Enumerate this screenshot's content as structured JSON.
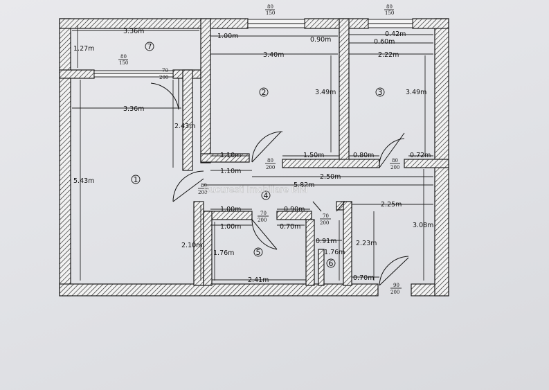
{
  "watermark": "Bucuresti Imobiliare MM",
  "rooms": [
    {
      "number": "1"
    },
    {
      "number": "2"
    },
    {
      "number": "3"
    },
    {
      "number": "4"
    },
    {
      "number": "5"
    },
    {
      "number": "6"
    },
    {
      "number": "7"
    }
  ],
  "dimensions": {
    "d_3_36_top": "3.36m",
    "d_1_27": "1.27m",
    "d_3_36_mid": "3.36m",
    "d_2_43": "2.43m",
    "d_5_43": "5.43m",
    "d_2_10": "2.10m",
    "d_1_00_r2": "1.00m",
    "d_0_90_r2": "0.90m",
    "d_3_40": "3.40m",
    "d_3_49_r2": "3.49m",
    "d_1_10_a": "1.10m",
    "d_1_50": "1.50m",
    "d_1_10_b": "1.10m",
    "d_0_42": "0.42m",
    "d_0_60": "0.60m",
    "d_2_22": "2.22m",
    "d_3_49_r3": "3.49m",
    "d_0_80": "0.80m",
    "d_0_72": "0.72m",
    "d_2_50": "2.50m",
    "d_5_82": "5.82m",
    "d_1_00_r5a": "1.00m",
    "d_0_90_r5": "0.90m",
    "d_1_00_r5b": "1.00m",
    "d_0_70_r5": "0.70m",
    "d_1_76_r5": "1.76m",
    "d_2_41": "2.41m",
    "d_0_91": "0.91m",
    "d_1_76_r6": "1.76m",
    "d_2_25": "2.25m",
    "d_2_23": "2.23m",
    "d_3_08": "3.08m",
    "d_0_70_bot": "0.70m"
  },
  "opening_labels": {
    "w_top_a": {
      "num": "80",
      "den": "150"
    },
    "w_top_b": {
      "num": "80",
      "den": "150"
    },
    "w_r7": {
      "num": "80",
      "den": "150"
    },
    "d_r7": {
      "num": "70",
      "den": "200"
    },
    "d_r2": {
      "num": "80",
      "den": "200"
    },
    "d_r3": {
      "num": "80",
      "den": "200"
    },
    "d_r5": {
      "num": "70",
      "den": "200"
    },
    "d_r6": {
      "num": "70",
      "den": "200"
    },
    "d_entry": {
      "num": "90",
      "den": "200"
    },
    "d_hall": {
      "num": "80",
      "den": "200"
    }
  }
}
